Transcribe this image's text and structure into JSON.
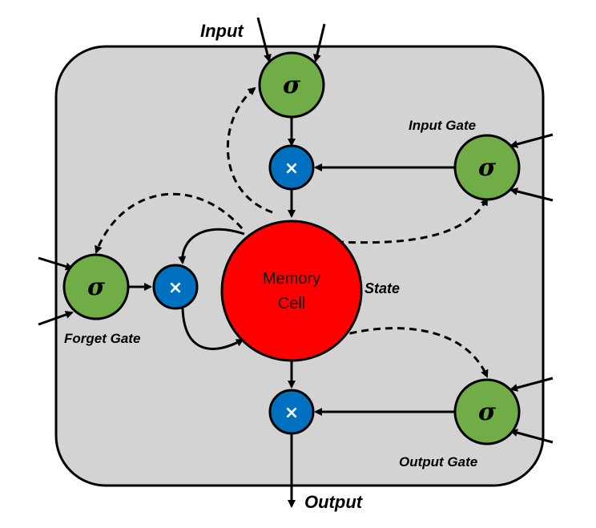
{
  "labels": {
    "input": "Input",
    "output": "Output",
    "input_gate": "Input Gate",
    "forget_gate": "Forget Gate",
    "output_gate": "Output Gate",
    "state": "State",
    "memory_cell_line1": "Memory",
    "memory_cell_line2": "Cell"
  },
  "symbols": {
    "sigmoid": "σ",
    "multiply": "×"
  },
  "colors": {
    "box_fill": "#d3d3d3",
    "gate_fill": "#70ad47",
    "multiply_fill": "#0070c0",
    "memory_cell_fill": "#ff0000",
    "stroke": "#000000"
  }
}
